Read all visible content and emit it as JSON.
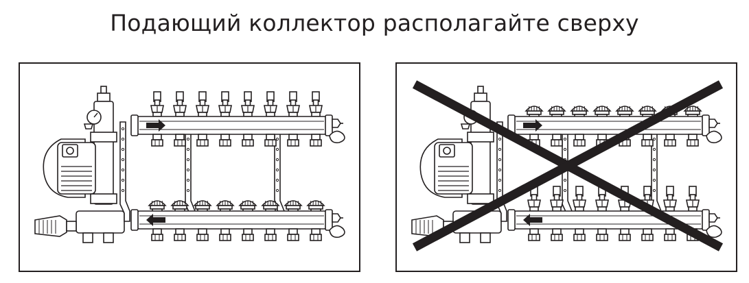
{
  "title": "Подающий коллектор располагайте сверху",
  "panels": [
    {
      "id": "correct",
      "supply_position": "top",
      "crossed_out": false
    },
    {
      "id": "wrong",
      "supply_position": "bottom",
      "crossed_out": true
    }
  ],
  "colors": {
    "line": "#231f20",
    "background": "#ffffff"
  },
  "outlets_per_manifold": 8
}
